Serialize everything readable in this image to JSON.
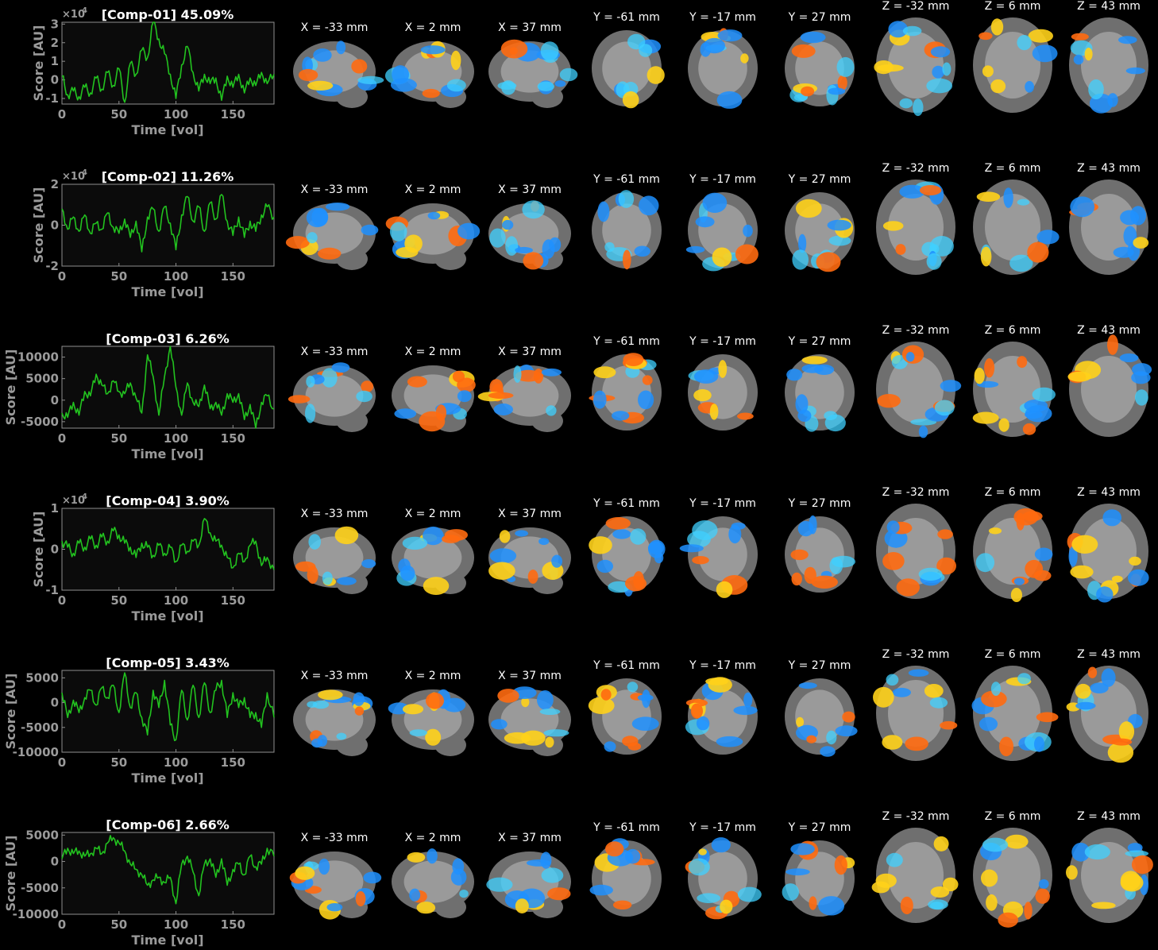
{
  "chart_data": [
    {
      "type": "line",
      "title": "[Comp-01] 45.09%",
      "xlabel": "Time [vol]",
      "ylabel": "Score [AU]",
      "exponent_label": "×10",
      "exponent_power": "4",
      "xlim": [
        0,
        186
      ],
      "ylim": [
        -1.3,
        3.1
      ],
      "xticks": [
        0,
        50,
        100,
        150
      ],
      "xtick_labels": [
        "0",
        "50",
        "100",
        "150"
      ],
      "yticks": [
        -1,
        0,
        1,
        2,
        3
      ],
      "ytick_labels": [
        "-1",
        "0",
        "1",
        "2",
        "3"
      ],
      "series_color": "#22c21f",
      "x": [
        0,
        5,
        10,
        15,
        20,
        25,
        30,
        35,
        40,
        45,
        50,
        55,
        60,
        65,
        70,
        75,
        80,
        85,
        90,
        95,
        100,
        105,
        110,
        115,
        120,
        125,
        130,
        135,
        140,
        145,
        150,
        155,
        160,
        165,
        170,
        175,
        180,
        186
      ],
      "values": [
        0.2,
        -0.8,
        -0.6,
        -0.9,
        -0.4,
        -0.7,
        0.1,
        -0.5,
        0.4,
        -0.3,
        0.6,
        -1.2,
        0.9,
        0.3,
        1.6,
        1.2,
        3.1,
        2.2,
        1.4,
        0.3,
        -1.0,
        0.8,
        1.8,
        0.4,
        -0.6,
        0.3,
        -0.2,
        0.1,
        -1.1,
        0.2,
        -0.4,
        0.3,
        -0.7,
        0.1,
        -0.3,
        0.4,
        -0.2,
        0.3
      ]
    },
    {
      "type": "line",
      "title": "[Comp-02] 11.26%",
      "xlabel": "Time [vol]",
      "ylabel": "Score [AU]",
      "exponent_label": "×10",
      "exponent_power": "4",
      "xlim": [
        0,
        186
      ],
      "ylim": [
        -2,
        2
      ],
      "xticks": [
        0,
        50,
        100,
        150
      ],
      "xtick_labels": [
        "0",
        "50",
        "100",
        "150"
      ],
      "yticks": [
        -2,
        0,
        2
      ],
      "ytick_labels": [
        "-2",
        "0",
        "2"
      ],
      "series_color": "#22c21f",
      "x": [
        0,
        5,
        10,
        15,
        20,
        25,
        30,
        35,
        40,
        45,
        50,
        55,
        60,
        65,
        70,
        75,
        80,
        85,
        90,
        95,
        100,
        105,
        110,
        115,
        120,
        125,
        130,
        135,
        140,
        145,
        150,
        155,
        160,
        165,
        170,
        175,
        180,
        186
      ],
      "values": [
        0.8,
        -0.2,
        0.4,
        -0.3,
        0.5,
        -0.4,
        0.1,
        -0.2,
        0.6,
        -0.1,
        -0.4,
        0.3,
        -0.6,
        0.2,
        -1.3,
        0.4,
        0.8,
        -0.3,
        0.9,
        0.1,
        -1.2,
        0.5,
        1.4,
        0.2,
        0.9,
        -0.3,
        1.1,
        0.3,
        1.5,
        0.2,
        -0.5,
        0.4,
        -0.6,
        0.2,
        -0.3,
        0.5,
        0.9,
        0.4
      ]
    },
    {
      "type": "line",
      "title": "[Comp-03] 6.26%",
      "xlabel": "Time [vol]",
      "ylabel": "Score [AU]",
      "exponent_label": "",
      "exponent_power": "",
      "xlim": [
        0,
        186
      ],
      "ylim": [
        -6500,
        12500
      ],
      "xticks": [
        0,
        50,
        100,
        150
      ],
      "xtick_labels": [
        "0",
        "50",
        "100",
        "150"
      ],
      "yticks": [
        -5000,
        0,
        5000,
        10000
      ],
      "ytick_labels": [
        "-5000",
        "0",
        "5000",
        "10000"
      ],
      "series_color": "#22c21f",
      "x": [
        0,
        5,
        10,
        15,
        20,
        25,
        30,
        35,
        40,
        45,
        50,
        55,
        60,
        65,
        70,
        75,
        80,
        85,
        90,
        95,
        100,
        105,
        110,
        115,
        120,
        125,
        130,
        135,
        140,
        145,
        150,
        155,
        160,
        165,
        170,
        175,
        180,
        186
      ],
      "values": [
        -3000,
        -4000,
        -500,
        -3500,
        2000,
        1000,
        6000,
        3500,
        1500,
        4500,
        2000,
        1500,
        4000,
        500,
        -3000,
        10500,
        5500,
        -3500,
        5500,
        12500,
        3000,
        -3500,
        4000,
        -500,
        -1500,
        3500,
        -2000,
        -500,
        -3500,
        1500,
        -500,
        1500,
        -4500,
        -1000,
        -6500,
        -500,
        1000,
        -2000
      ]
    },
    {
      "type": "line",
      "title": "[Comp-04] 3.90%",
      "xlabel": "Time [vol]",
      "ylabel": "Score [AU]",
      "exponent_label": "×10",
      "exponent_power": "4",
      "xlim": [
        0,
        186
      ],
      "ylim": [
        -1,
        1
      ],
      "xticks": [
        0,
        50,
        100,
        150
      ],
      "xtick_labels": [
        "0",
        "50",
        "100",
        "150"
      ],
      "yticks": [
        -1,
        0,
        1
      ],
      "ytick_labels": [
        "-1",
        "0",
        "1"
      ],
      "series_color": "#22c21f",
      "x": [
        0,
        5,
        10,
        15,
        20,
        25,
        30,
        35,
        40,
        45,
        50,
        55,
        60,
        65,
        70,
        75,
        80,
        85,
        90,
        95,
        100,
        105,
        110,
        115,
        120,
        125,
        130,
        135,
        140,
        145,
        150,
        155,
        160,
        165,
        170,
        175,
        180,
        186
      ],
      "values": [
        0.2,
        0.05,
        -0.1,
        0.15,
        0.05,
        0.25,
        0.1,
        0.3,
        0.2,
        0.45,
        0.35,
        0.15,
        0.05,
        -0.2,
        0.15,
        0.05,
        -0.15,
        0.1,
        -0.1,
        0.05,
        -0.3,
        0.1,
        -0.05,
        0.2,
        0.1,
        0.75,
        0.4,
        0.2,
        0.1,
        -0.2,
        -0.45,
        -0.1,
        -0.3,
        0.1,
        0.2,
        -0.4,
        -0.2,
        -0.5
      ]
    },
    {
      "type": "line",
      "title": "[Comp-05] 3.43%",
      "xlabel": "Time [vol]",
      "ylabel": "Score [AU]",
      "exponent_label": "",
      "exponent_power": "",
      "xlim": [
        0,
        186
      ],
      "ylim": [
        -10000,
        6500
      ],
      "xticks": [
        0,
        50,
        100,
        150
      ],
      "xtick_labels": [
        "0",
        "50",
        "100",
        "150"
      ],
      "yticks": [
        -10000,
        -5000,
        0,
        5000
      ],
      "ytick_labels": [
        "-10000",
        "-5000",
        "0",
        "5000"
      ],
      "series_color": "#22c21f",
      "x": [
        0,
        5,
        10,
        15,
        20,
        25,
        30,
        35,
        40,
        45,
        50,
        55,
        60,
        65,
        70,
        75,
        80,
        85,
        90,
        95,
        100,
        105,
        110,
        115,
        120,
        125,
        130,
        135,
        140,
        145,
        150,
        155,
        160,
        165,
        170,
        175,
        180,
        186
      ],
      "values": [
        2000,
        -3000,
        500,
        -2000,
        1000,
        2500,
        -500,
        3000,
        1000,
        3500,
        -2000,
        6000,
        -1000,
        2000,
        -3000,
        -6500,
        2500,
        -1000,
        4500,
        -4500,
        -7500,
        2500,
        -3500,
        3500,
        -3000,
        4000,
        -2000,
        2500,
        4500,
        -3000,
        2000,
        -1000,
        1000,
        -3000,
        -2000,
        -5000,
        2000,
        -3000
      ]
    },
    {
      "type": "line",
      "title": "[Comp-06] 2.66%",
      "xlabel": "Time [vol]",
      "ylabel": "Score [AU]",
      "exponent_label": "",
      "exponent_power": "",
      "xlim": [
        0,
        186
      ],
      "ylim": [
        -10000,
        5500
      ],
      "xticks": [
        0,
        50,
        100,
        150
      ],
      "xtick_labels": [
        "0",
        "50",
        "100",
        "150"
      ],
      "yticks": [
        -10000,
        -5000,
        0,
        5000
      ],
      "ytick_labels": [
        "-10000",
        "-5000",
        "0",
        "5000"
      ],
      "series_color": "#22c21f",
      "x": [
        0,
        5,
        10,
        15,
        20,
        25,
        30,
        35,
        40,
        45,
        50,
        55,
        60,
        65,
        70,
        75,
        80,
        85,
        90,
        95,
        100,
        105,
        110,
        115,
        120,
        125,
        130,
        135,
        140,
        145,
        150,
        155,
        160,
        165,
        170,
        175,
        180,
        186
      ],
      "values": [
        500,
        2500,
        1500,
        2000,
        1000,
        1500,
        2500,
        1500,
        3500,
        4500,
        3500,
        2000,
        -500,
        -1500,
        -2500,
        -4500,
        -3500,
        -3000,
        -4000,
        -3000,
        -8000,
        -500,
        1000,
        -2000,
        -6500,
        -500,
        500,
        -3000,
        500,
        -4500,
        -1500,
        -500,
        -2500,
        1000,
        -1000,
        -500,
        2500,
        1000
      ]
    }
  ],
  "slice_labels": [
    "X = -33 mm",
    "X = 2 mm",
    "X = 37 mm",
    "Y = -61 mm",
    "Y = -17 mm",
    "Y = 27 mm",
    "Z = -32 mm",
    "Z = 6 mm",
    "Z = 43 mm"
  ],
  "slice_views": [
    "sagittal",
    "sagittal",
    "sagittal",
    "coronal",
    "coronal",
    "coronal",
    "axial",
    "axial",
    "axial"
  ]
}
